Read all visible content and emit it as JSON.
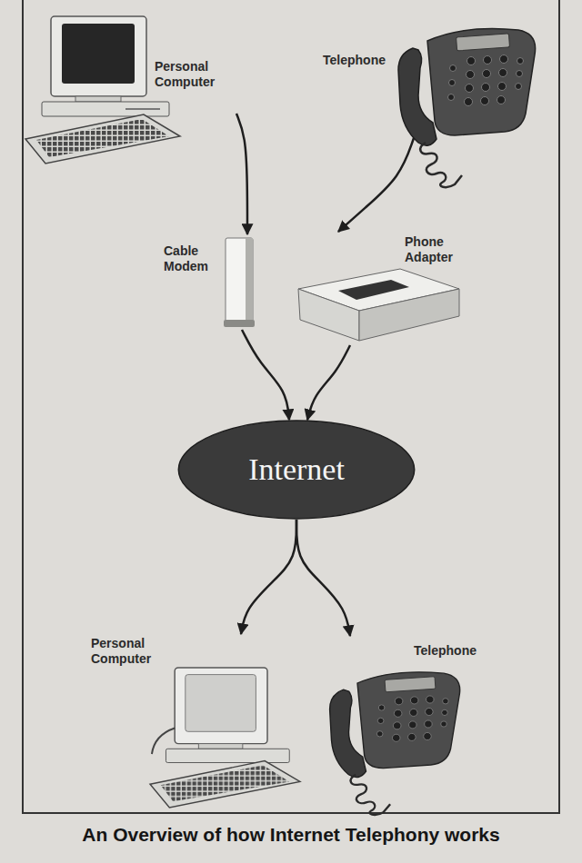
{
  "diagram": {
    "caption": "An Overview of how Internet Telephony works",
    "nodes": [
      {
        "text": [
          "Personal Computer"
        ]
      },
      {
        "text": [
          "Telephone"
        ]
      },
      {
        "text": [
          "Cable Modem"
        ]
      },
      {
        "text": [
          "Phone Adapter"
        ]
      },
      {
        "text": [
          "Internet"
        ]
      },
      {
        "text": [
          "Personal Computer"
        ]
      },
      {
        "text": [
          "Telephone"
        ]
      }
    ],
    "edges": [
      {
        "from": 0,
        "to": 2,
        "arrow": "to"
      },
      {
        "from": 1,
        "to": 3,
        "arrow": "to"
      },
      {
        "from": 2,
        "to": 4,
        "arrow": "to"
      },
      {
        "from": 3,
        "to": 4,
        "arrow": "to"
      },
      {
        "from": 4,
        "to": 5,
        "arrow": "to"
      },
      {
        "from": 4,
        "to": 6,
        "arrow": "to"
      }
    ]
  }
}
